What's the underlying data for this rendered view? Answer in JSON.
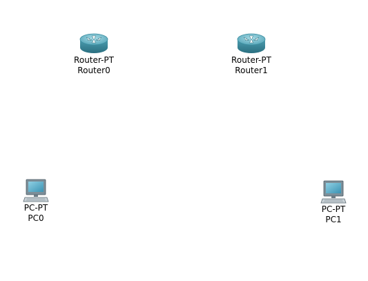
{
  "devices": {
    "router0": {
      "model": "Router-PT",
      "name": "Router0",
      "icon": "router-icon"
    },
    "router1": {
      "model": "Router-PT",
      "name": "Router1",
      "icon": "router-icon"
    },
    "pc0": {
      "model": "PC-PT",
      "name": "PC0",
      "icon": "pc-icon"
    },
    "pc1": {
      "model": "PC-PT",
      "name": "PC1",
      "icon": "pc-icon"
    }
  },
  "colors": {
    "router_body": "#3f8fa3",
    "router_top": "#6fb8c8",
    "pc_screen": "#5aaecb",
    "pc_frame": "#6b7c86"
  }
}
